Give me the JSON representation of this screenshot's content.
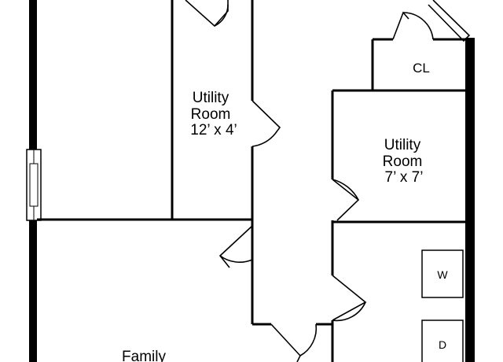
{
  "rooms": {
    "utility_room_1": {
      "name": "Utility Room",
      "line1": "Utility",
      "line2": "Room",
      "size": "12’ x 4’"
    },
    "utility_room_2": {
      "name": "Utility Room",
      "line1": "Utility",
      "line2": "Room",
      "size": "7’ x 7’"
    },
    "closet": {
      "label": "CL"
    },
    "family": {
      "label": "Family"
    }
  },
  "appliances": {
    "washer": "W",
    "dryer": "D"
  },
  "colors": {
    "wall": "#000000",
    "background": "#ffffff"
  }
}
